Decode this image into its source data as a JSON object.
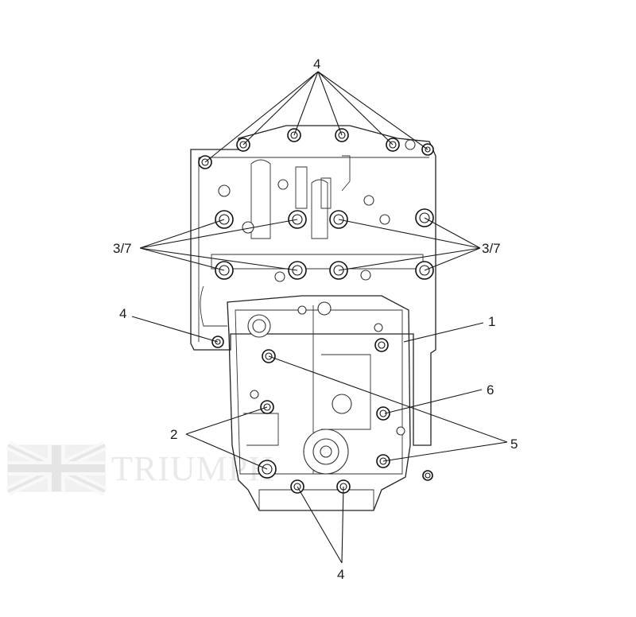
{
  "callouts": {
    "top_4": "4",
    "left_3_7": "3/7",
    "right_3_7": "3/7",
    "left_4": "4",
    "right_1": "1",
    "right_6": "6",
    "left_2": "2",
    "right_5": "5",
    "bottom_4": "4"
  },
  "watermark": {
    "brand": "TRIUMPH",
    "logo": "union-jack-flag-icon"
  },
  "colors": {
    "line": "#222222",
    "watermark": "#d8d8d8",
    "background": "#ffffff"
  }
}
